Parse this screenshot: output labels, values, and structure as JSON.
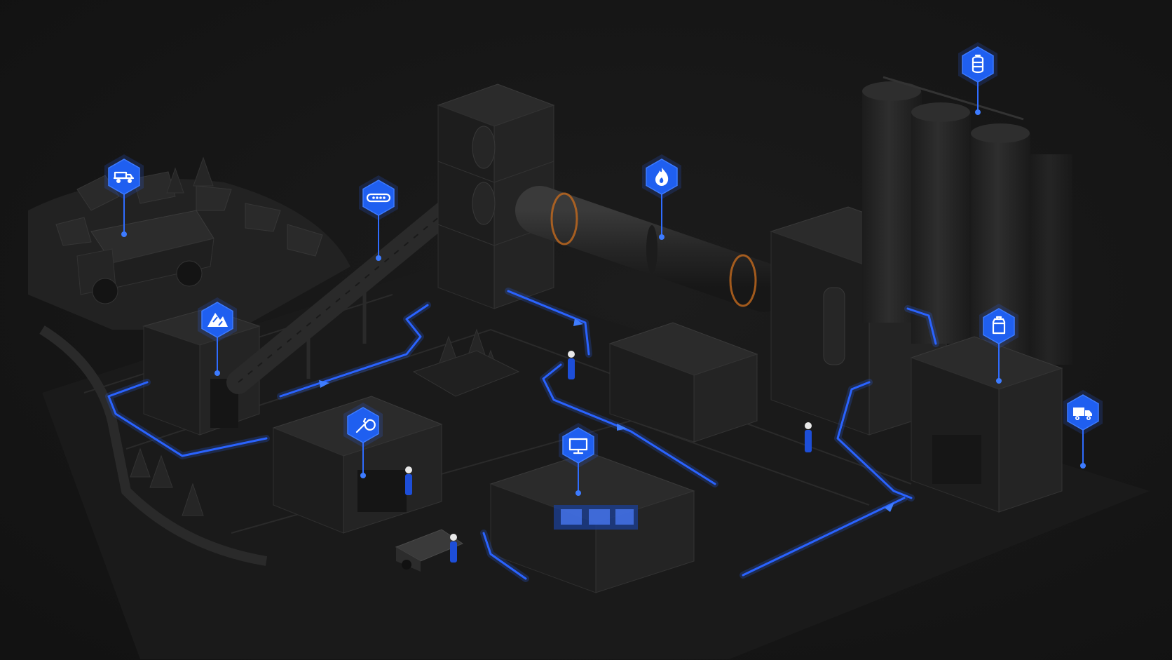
{
  "accent_color": "#1f5ff0",
  "flow_color": "#2a63ff",
  "background_color": "#151515",
  "pins": [
    {
      "id": "quarry",
      "icon": "dump-truck-icon"
    },
    {
      "id": "conveyor",
      "icon": "conveyor-belt-icon"
    },
    {
      "id": "crusher",
      "icon": "raw-material-pile-icon"
    },
    {
      "id": "kiln",
      "icon": "flame-icon"
    },
    {
      "id": "maintenance",
      "icon": "wrench-icon"
    },
    {
      "id": "control-room",
      "icon": "monitor-icon"
    },
    {
      "id": "silo-storage",
      "icon": "silo-tank-icon"
    },
    {
      "id": "packing",
      "icon": "cement-bag-icon"
    },
    {
      "id": "dispatch",
      "icon": "delivery-truck-icon"
    }
  ]
}
